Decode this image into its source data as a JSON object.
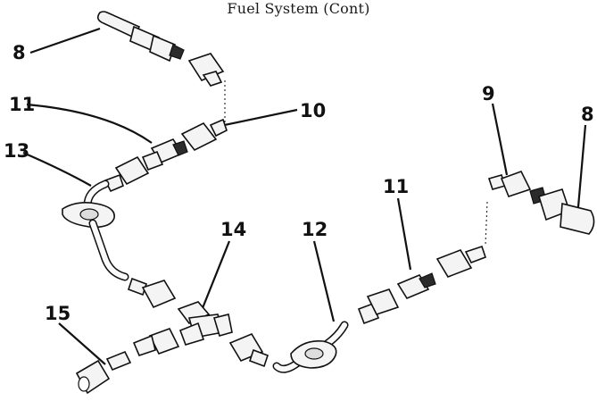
{
  "header": {
    "title": "Fuel System (Cont)"
  },
  "callouts": {
    "c8_top": "8",
    "c11_upper": "11",
    "c10": "10",
    "c13": "13",
    "c9": "9",
    "c8_right": "8",
    "c11_right": "11",
    "c14": "14",
    "c12": "12",
    "c15": "15"
  }
}
